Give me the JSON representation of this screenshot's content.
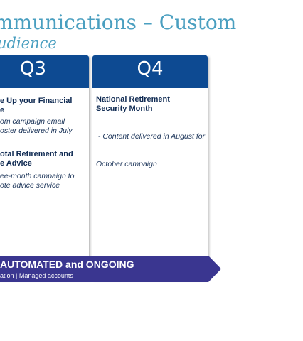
{
  "title": {
    "line1": "mmunications – Custom",
    "line2": "udience"
  },
  "columns": [
    {
      "header": "Q3",
      "items": [
        {
          "title_lines": [
            "e Up your Financial",
            "e"
          ],
          "desc_lines": [
            "om campaign email",
            "oster delivered in July"
          ]
        },
        {
          "title_lines": [
            "otal Retirement and",
            "e Advice"
          ],
          "desc_lines": [
            "ee-month campaign to",
            "ote advice service"
          ]
        }
      ]
    },
    {
      "header": "Q4",
      "items": [
        {
          "title_lines": [
            "National Retirement",
            "Security Month"
          ],
          "desc_lines": [
            " - Content delivered in August for",
            "October campaign"
          ]
        }
      ]
    }
  ],
  "banner": {
    "title": "AUTOMATED and ONGOING",
    "subtitle": "ation | Managed accounts",
    "color": "#3a3690"
  },
  "colors": {
    "title": "#4a9fc0",
    "header_bg": "#0d4a92",
    "text": "#0f2a52"
  }
}
